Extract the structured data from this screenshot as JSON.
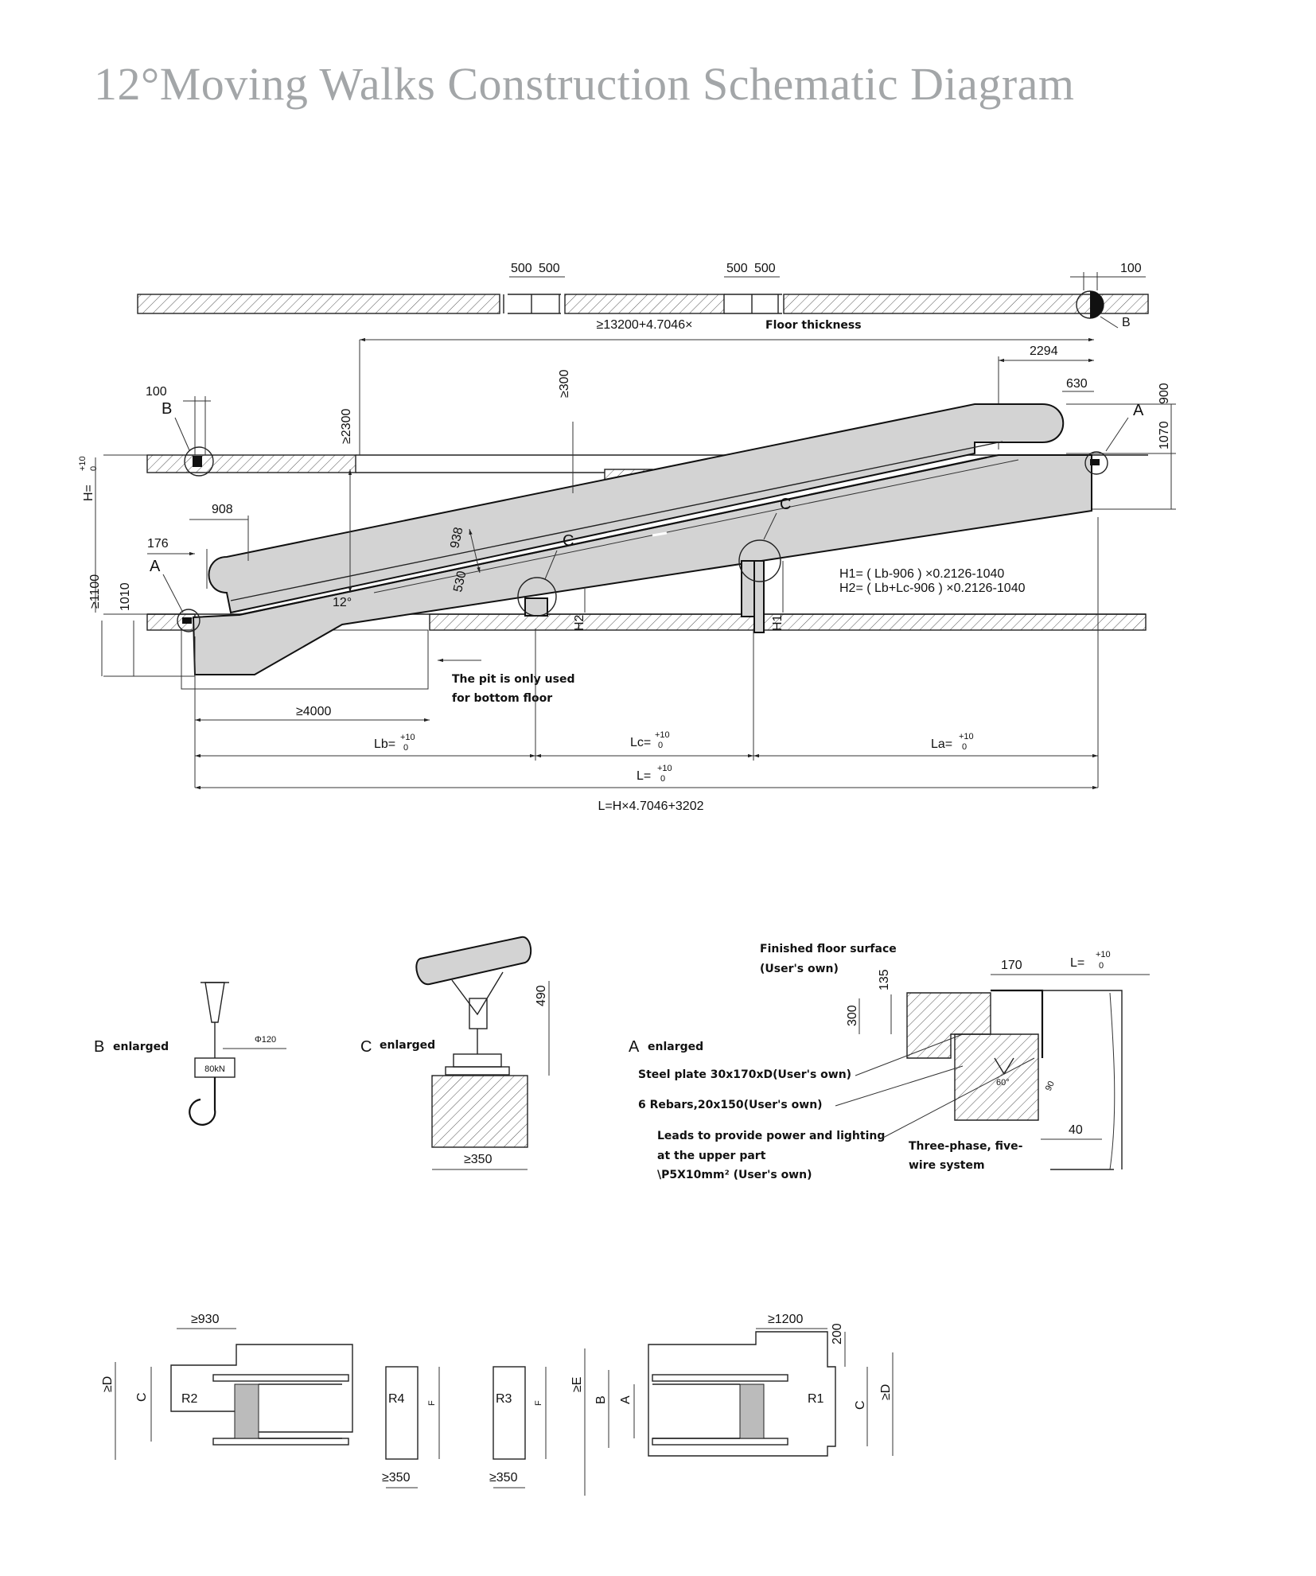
{
  "title": "12°Moving Walks Construction Schematic Diagram",
  "main_elevation": {
    "top_dims": [
      "500",
      "500",
      "500",
      "500",
      "100"
    ],
    "floor_span": "≥13200+4.7046×",
    "floor_thickness": "Floor thickness",
    "dim_2294": "2294",
    "dim_630": "630",
    "dim_900": "900",
    "dim_1070": "1070",
    "dim_300": "≥300",
    "dim_2300": "≥2300",
    "dim_100_left": "100",
    "dim_908": "908",
    "dim_176": "176",
    "dim_1100": "≥1100",
    "dim_1010": "1010",
    "dim_938": "938",
    "dim_530": "530",
    "angle": "12°",
    "h_label": "H=",
    "h1_label": "H1",
    "h2_label": "H2",
    "tolerance_top": "+10",
    "tolerance_bottom": "0",
    "marker_a": "A",
    "marker_b": "B",
    "marker_c": "C",
    "formula_h1": "H1= ( Lb-906 ) ×0.2126-1040",
    "formula_h2": "H2= ( Lb+Lc-906 ) ×0.2126-1040",
    "pit_note_1": "The pit is only used",
    "pit_note_2": "for bottom floor",
    "dim_4000": "≥4000",
    "lb": "Lb=",
    "lc": "Lc=",
    "la": "La=",
    "l": "L=",
    "l_formula": "L=H×4.7046+3202"
  },
  "detail_b": {
    "letter": "B",
    "caption": "enlarged",
    "diameter": "Φ120",
    "load": "80kN"
  },
  "detail_c": {
    "letter": "C",
    "caption": "enlarged",
    "dim_490": "490",
    "dim_350": "≥350"
  },
  "detail_a": {
    "letter": "A",
    "caption": "enlarged",
    "finished_floor_1": "Finished floor surface",
    "finished_floor_2": "(User's own)",
    "dim_170": "170",
    "l_label": "L=",
    "dim_135": "135",
    "dim_300": "300",
    "steel_plate": "Steel plate 30x170xD(User's own)",
    "rebars": "6 Rebars,20x150(User's own)",
    "leads_1": "Leads to provide power and lighting",
    "leads_2": "at the upper part",
    "leads_3": "\\P5X10mm²  (User's own)",
    "three_phase_1": "Three-phase, five-",
    "three_phase_2": "wire system",
    "angle_60": "60°",
    "dim_40": "40",
    "dim_90": "90"
  },
  "plan_views": {
    "dim_930": "≥930",
    "dim_1200": "≥1200",
    "dim_200": "200",
    "d_label": "≥D",
    "e_label": "≥E",
    "c_label": "C",
    "b_label": "B",
    "a_label": "A",
    "f_label": "F",
    "r1": "R1",
    "r2": "R2",
    "r3": "R3",
    "r4": "R4",
    "dim_350": "≥350"
  }
}
